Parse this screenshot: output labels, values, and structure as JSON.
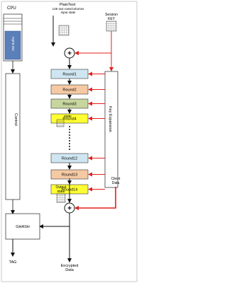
{
  "labels": {
    "cpu": "CPU",
    "plaintext": "PlainText",
    "plaintext_sub1": "128 4x4 rows/columns",
    "plaintext_sub2": "input state",
    "session_key1": "Session",
    "session_key2": "KEY",
    "sw_buffer": "SW Buffer",
    "control": "Control",
    "key_expansion": "Key Expansion",
    "state": "state",
    "output_state1": "Output",
    "output_state2": "state",
    "client_data1": "Client",
    "client_data2": "Data",
    "ghash": "GHASH",
    "tag": "TAG",
    "encrypted1": "Encrypted",
    "encrypted2": "Data",
    "xor_symbol": "+"
  },
  "rounds": [
    {
      "label": "Round1",
      "color": "#cfe6f2"
    },
    {
      "label": "Round2",
      "color": "#f5c9a3"
    },
    {
      "label": "Round3",
      "color": "#c7d69e"
    },
    {
      "label": "Round4",
      "color": "#ffff33"
    },
    {
      "label": "Round12",
      "color": "#cfe6f2"
    },
    {
      "label": "Round13",
      "color": "#f5c9a3"
    },
    {
      "label": "Round14",
      "color": "#ffff33"
    }
  ],
  "colors": {
    "outer_frame": "#c8c8c8",
    "key_arrow": "#e0201d",
    "data_line": "#111111",
    "panel": "#ffffff"
  }
}
